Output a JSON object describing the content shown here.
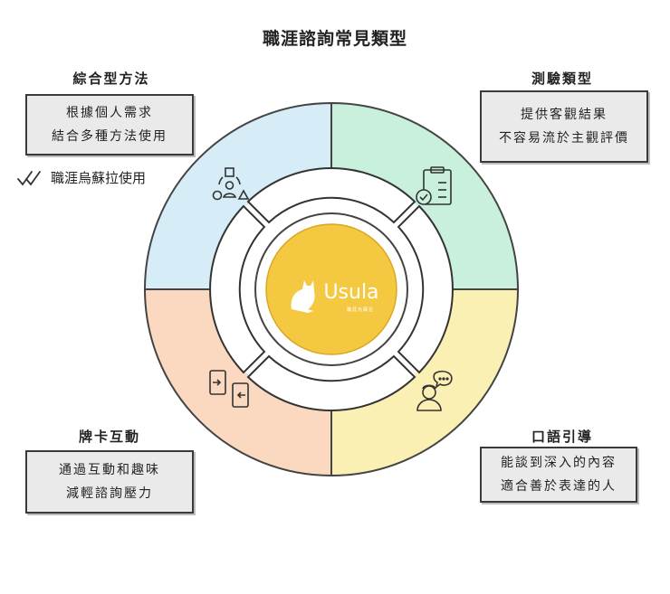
{
  "title": "職涯諮詢常見類型",
  "quadrants": {
    "top_left": {
      "title": "綜合型方法",
      "lines": [
        "根據個人需求",
        "結合多種方法使用"
      ],
      "note": "職涯烏蘇拉使用",
      "color": "#d6ecf7",
      "icon": "group-people-icon"
    },
    "top_right": {
      "title": "測驗類型",
      "lines": [
        "提供客觀結果",
        "不容易流於主觀評價"
      ],
      "color": "#c8f0dc",
      "icon": "checklist-icon"
    },
    "bottom_left": {
      "title": "牌卡互動",
      "lines": [
        "通過互動和趣味",
        "減輕諮詢壓力"
      ],
      "color": "#fbd9c0",
      "icon": "card-exchange-icon"
    },
    "bottom_right": {
      "title": "口語引導",
      "lines": [
        "能談到深入的內容",
        "適合善於表達的人"
      ],
      "color": "#fbf0b4",
      "icon": "speaking-person-icon"
    }
  },
  "center": {
    "logo_text": "Usula",
    "logo_tagline": "職涯烏蘇拉",
    "color": "#f5c842",
    "icon": "cat-icon"
  }
}
